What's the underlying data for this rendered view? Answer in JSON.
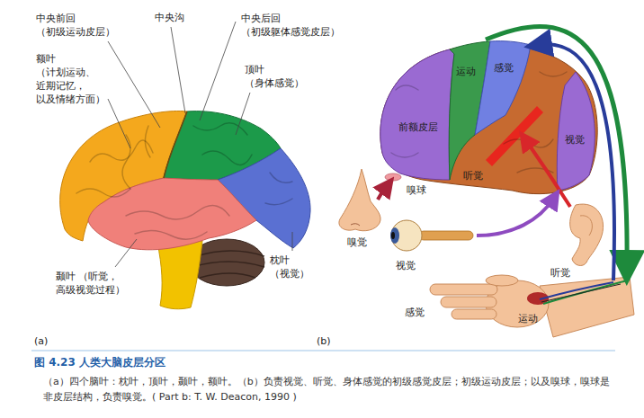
{
  "diagram": {
    "title": "图 4.23 人类大脑皮层分区",
    "caption": "（a）四个脑叶：枕叶，顶叶，颞叶，额叶。（b）负责视觉、听觉、身体感觉的初级感觉皮层；初级运动皮层；以及嗅球，嗅球是非皮层结构，负责嗅觉。( Part b: T. W. Deacon, 1990 )",
    "labels": [
      "中央前回 （初级运动皮层）",
      "中央沟",
      "中央后回 （初级躯体感觉皮层）",
      "额叶 （计划运动、近期记忆，以及情绪方面）",
      "顶叶 （身体感觉）",
      "枕叶 （视觉）",
      "颞叶 （听觉，高级视觉过程）",
      "运动",
      "感觉",
      "前额皮层",
      "视觉",
      "听觉",
      "嗅球",
      "嗅觉",
      "视觉",
      "听觉",
      "感觉",
      "运动",
      "(a)",
      "(b)"
    ]
  }
}
